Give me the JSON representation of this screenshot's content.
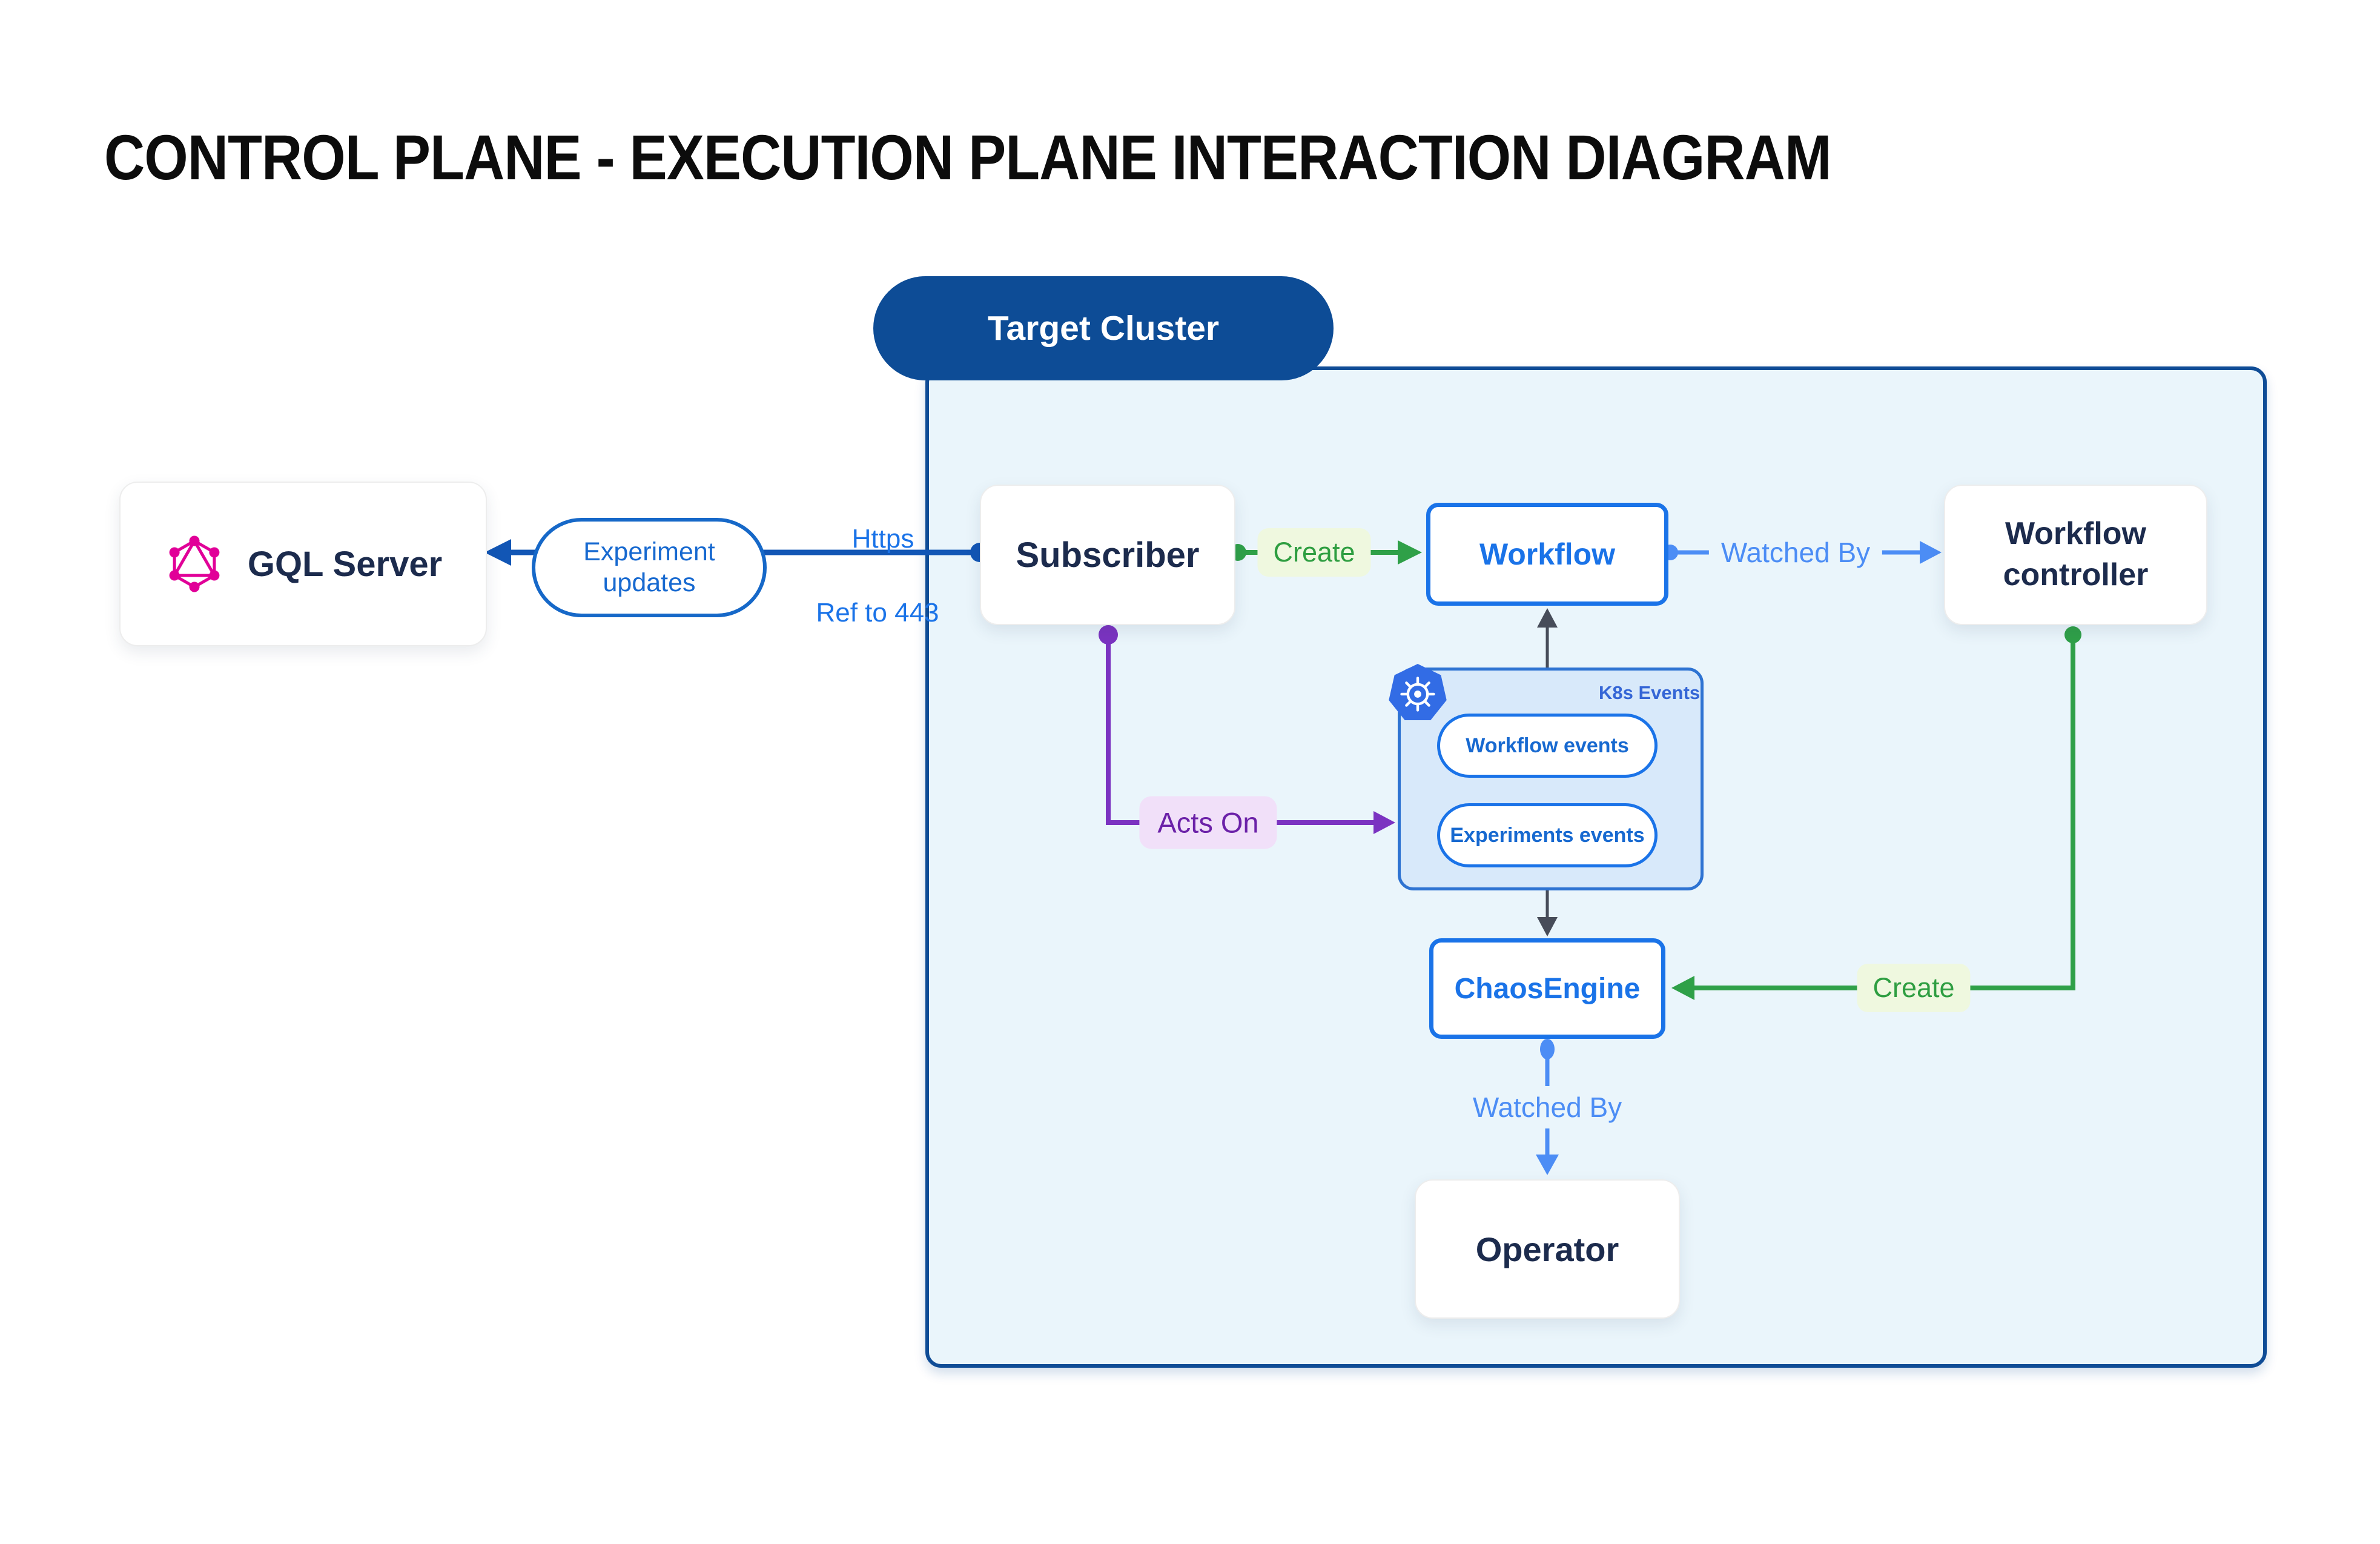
{
  "title": "CONTROL PLANE - EXECUTION PLANE INTERACTION DIAGRAM",
  "cluster": {
    "label": "Target Cluster"
  },
  "nodes": {
    "gql_server": "GQL Server",
    "subscriber": "Subscriber",
    "workflow": "Workflow",
    "workflow_controller_line1": "Workflow",
    "workflow_controller_line2": "controller",
    "chaos_engine": "ChaosEngine",
    "operator": "Operator"
  },
  "k8s_events": {
    "title": "K8s Events",
    "pills": [
      "Workflow events",
      "Experiments events"
    ]
  },
  "edges": {
    "experiment_updates_line1": "Experiment",
    "experiment_updates_line2": "updates",
    "https": "Https",
    "ref_443": "Ref to 443",
    "create_top": "Create",
    "watched_by_top": "Watched By",
    "acts_on": "Acts On",
    "create_bottom": "Create",
    "watched_by_bottom": "Watched By"
  },
  "icons": {
    "graphql": "graphql-icon",
    "kubernetes": "kubernetes-icon"
  },
  "colors": {
    "container_fill": "#eaf5fb",
    "container_border": "#0f4c96",
    "cluster_pill": "#0d4c96",
    "primary_blue": "#1a73e8",
    "deep_blue_line": "#1256b5",
    "light_blue_label": "#4c8df5",
    "green": "#2e9e41",
    "green_label_bg": "#eff8df",
    "purple": "#7b33c1",
    "purple_label_bg": "#f1e0f9",
    "purple_text": "#6b21a8",
    "dark_connector": "#474c59",
    "navy_text": "#1c2b4d",
    "k8s_fill": "#d8e9fa",
    "graphql_pink": "#e10098",
    "kubernetes_blue": "#326ce5"
  }
}
